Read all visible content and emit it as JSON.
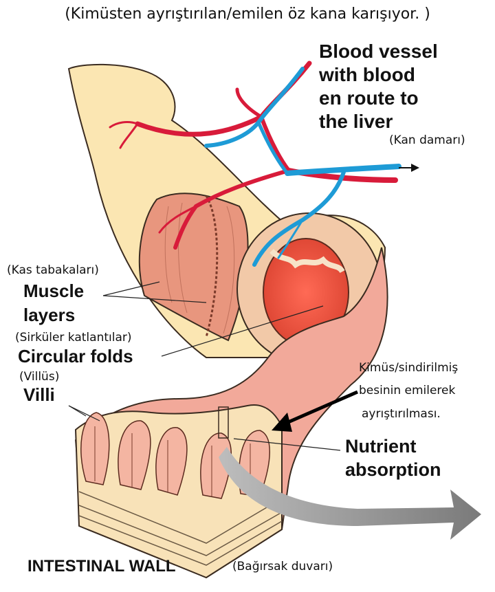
{
  "top_note": "(Kimüsten ayrıştırılan/emilen öz kana karışıyor. )",
  "blood_vessel": {
    "lines": [
      "Blood vessel",
      "with blood",
      "en route to",
      "the liver"
    ],
    "tr": "(Kan damarı)"
  },
  "muscle": {
    "tr": "(Kas tabakaları)",
    "lines": [
      "Muscle",
      "layers"
    ]
  },
  "circular_folds": {
    "tr": "(Sirküler katlantılar)",
    "en": "Circular folds"
  },
  "villi": {
    "tr": "(Villüs)",
    "en": "Villi"
  },
  "chyme_note": {
    "lines": [
      "Kimüs/sindirilmiş",
      "besinin emilerek",
      "ayrıştırılması."
    ]
  },
  "nutrient": {
    "lines": [
      "Nutrient",
      "absorption"
    ]
  },
  "intestinal_wall": {
    "en": "INTESTINAL WALL",
    "tr": "(Bağırsak duvarı)"
  },
  "colors": {
    "artery": "#d81b3a",
    "vein": "#1e9bd6",
    "tube_outer": "#fbe6b2",
    "muscle": "#e8967e",
    "mucosa": "#f2a99a",
    "arrow_gray": "#8e8e8e"
  }
}
